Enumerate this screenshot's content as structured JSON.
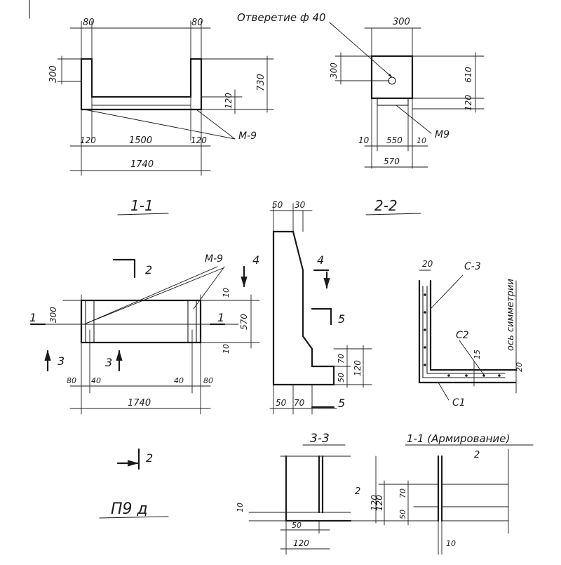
{
  "drawing": {
    "view_1": {
      "dims": {
        "top_left": "80",
        "top_right": "80",
        "height_left": "300",
        "height_right": "730",
        "web": "120",
        "b_left": "120",
        "b_mid": "1500",
        "b_right": "120",
        "total": "1740"
      },
      "callout": "М-9"
    },
    "view_2": {
      "hole_note": "Отверетие ф 40",
      "dims": {
        "top": "300",
        "left": "300",
        "right_upper": "610",
        "right_lower": "120",
        "b_a": "10",
        "b_b": "550",
        "b_c": "10",
        "total": "570"
      },
      "callout": "М9"
    },
    "titles": {
      "s11": "1-1",
      "s22": "2-2",
      "s33": "3-3",
      "s11a": "1-1 (Армирование)"
    },
    "plan": {
      "callout": "М-9",
      "dims": {
        "l300": "300",
        "top10": "10",
        "r570": "570",
        "bot10": "10",
        "b80l": "80",
        "b40l": "40",
        "b40r": "40",
        "b80r": "80",
        "total": "1740"
      },
      "marks": {
        "a1": "1",
        "a1r": "1",
        "a2": "2",
        "a3": "3",
        "a3b": "3",
        "a2b": "2"
      }
    },
    "section_view": {
      "dims": {
        "t50": "50",
        "t30": "30",
        "r70": "70",
        "r120": "120",
        "r50": "50",
        "b50": "50",
        "b70": "70"
      },
      "marks": {
        "m4a": "4",
        "m4b": "4",
        "m5a": "5",
        "m5b": "5"
      }
    },
    "rebar": {
      "labels": {
        "c3": "С-3",
        "c2": "С2",
        "c1": "С1",
        "axis": "ось симметрии"
      },
      "dims": {
        "d20top": "20",
        "d15": "15",
        "d20": "20"
      }
    },
    "s33": {
      "dims": {
        "r2": "2",
        "h120": "120",
        "b10": "10",
        "b50": "50",
        "b120": "120"
      }
    },
    "s11a": {
      "dims": {
        "t2": "2",
        "h120": "120",
        "d70": "70",
        "d50": "50",
        "b10": "10"
      }
    },
    "mark": "П9 д"
  }
}
